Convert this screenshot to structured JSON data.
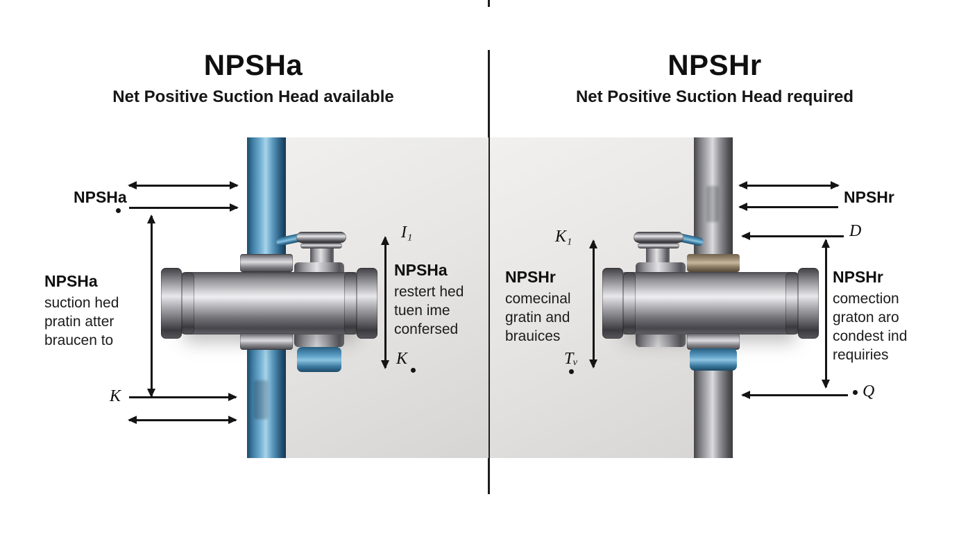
{
  "diagram": {
    "left": {
      "title": "NPSHa",
      "subtitle": "Net Positive Suction Head available",
      "top_label": "NPSHa",
      "outer_text": {
        "heading": "NPSHa",
        "lines": [
          "suction hed",
          "pratin atter",
          "braucen to"
        ]
      },
      "inner_text": {
        "heading": "NPSHa",
        "lines": [
          "restert hed",
          "tuen ime",
          "confersed"
        ]
      },
      "label_i1": "I₁",
      "label_k_inner": "K",
      "label_k_bottom": "K"
    },
    "right": {
      "title": "NPSHr",
      "subtitle": "Net Positive Suction Head required",
      "top_label": "NPSHr",
      "label_k1": "K₁",
      "label_d": "D",
      "inner_text": {
        "heading": "NPSHr",
        "lines": [
          "comecinal",
          "gratin and",
          "brauices"
        ]
      },
      "outer_text": {
        "heading": "NPSHr",
        "lines": [
          "comection",
          "graton aro",
          "condest ind",
          "requiries"
        ]
      },
      "label_tv": "Tᵥ",
      "label_q": "Q"
    },
    "colors": {
      "arrow": "#141414",
      "pipe_left_blue": "#4a8cb3",
      "pipe_right_gray": "#8a8a8f",
      "panel_gray": "#e4e3e1"
    }
  }
}
